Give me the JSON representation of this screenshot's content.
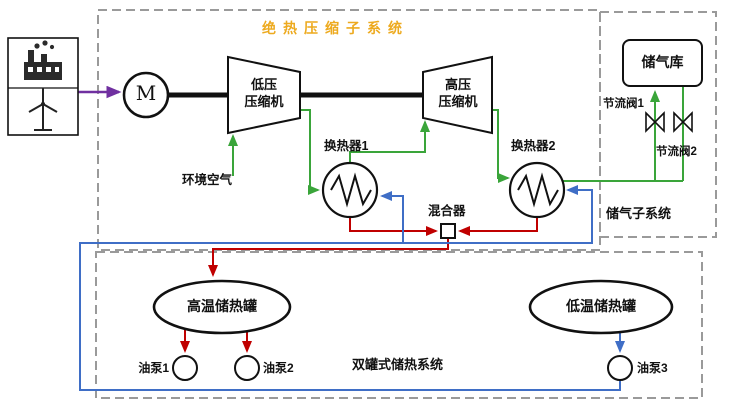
{
  "colors": {
    "air_flow": "#3aa53a",
    "hot_oil": "#c00000",
    "cold_oil": "#3f6ec6",
    "power": "#7030a0",
    "title": "#edaa1f",
    "dashed_boundary": "#9a9a9a"
  },
  "subsystems": {
    "compression": {
      "title": "绝热压缩子系统"
    },
    "gas_storage": {
      "label": "储气子系统"
    },
    "thermal_storage": {
      "label": "双罐式储热系统"
    }
  },
  "components": {
    "motor": "M",
    "lp_compressor_line1": "低压",
    "lp_compressor_line2": "压缩机",
    "hp_compressor_line1": "高压",
    "hp_compressor_line2": "压缩机",
    "ambient_air": "环境空气",
    "heat_exchanger_1": "换热器1",
    "heat_exchanger_2": "换热器2",
    "mixer": "混合器",
    "gas_tank": "储气库",
    "throttle_valve_1": "节流阀1",
    "throttle_valve_2": "节流阀2",
    "hot_tank": "高温储热罐",
    "cold_tank": "低温储热罐",
    "oil_pump_1": "油泵1",
    "oil_pump_2": "油泵2",
    "oil_pump_3": "油泵3"
  }
}
